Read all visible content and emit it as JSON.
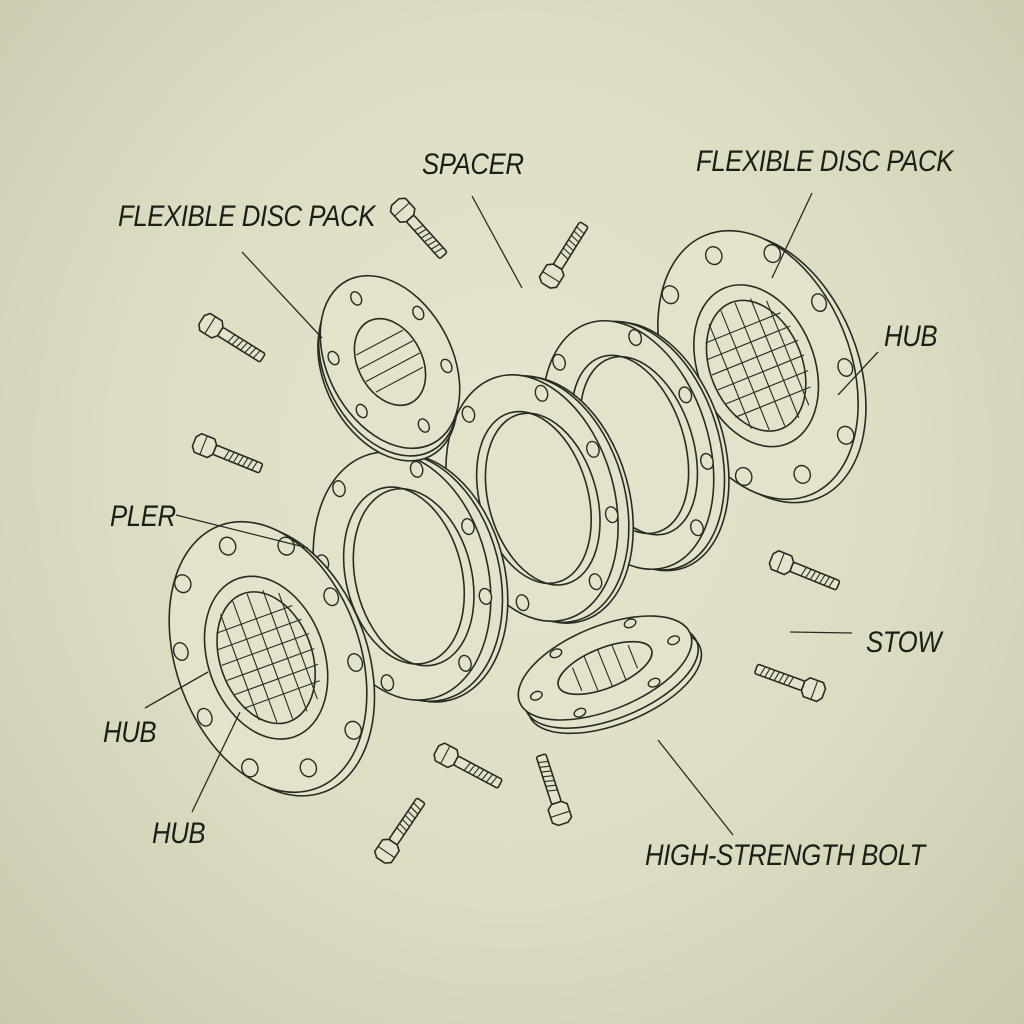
{
  "labels": {
    "spacer": "SPACER",
    "flexible_disc_pack_left": "FLEXIBLE DISC PACK",
    "flexible_disc_pack_right": "FLEXIBLE DISC PACK",
    "hub_right": "HUB",
    "pler": "PLER",
    "stow": "STOW",
    "hub_left_upper": "HUB",
    "hub_left_lower": "HUB",
    "high_strength_bolt": "HIGH-STRENGTH BOLT"
  },
  "colors": {
    "background": "#dcdcc2",
    "ink": "#2a2a22"
  }
}
